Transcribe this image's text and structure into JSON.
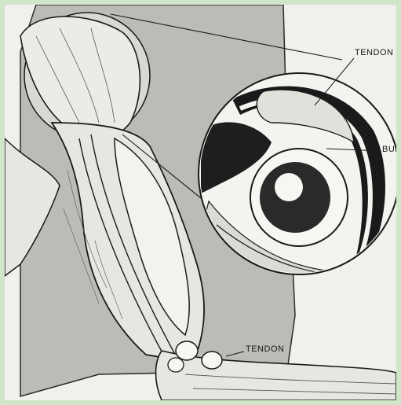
{
  "labels": {
    "tendon_top": "TENDON",
    "bursa": "BUR",
    "tendon_bottom": "TENDON"
  },
  "colors": {
    "background_border": "#cfe6c9",
    "paper": "#f1f0ec",
    "panel_gray": "#bdbbb6",
    "ink": "#1a1a1a",
    "skin": "#e8e6e0",
    "bone": "#f7f6f2"
  }
}
